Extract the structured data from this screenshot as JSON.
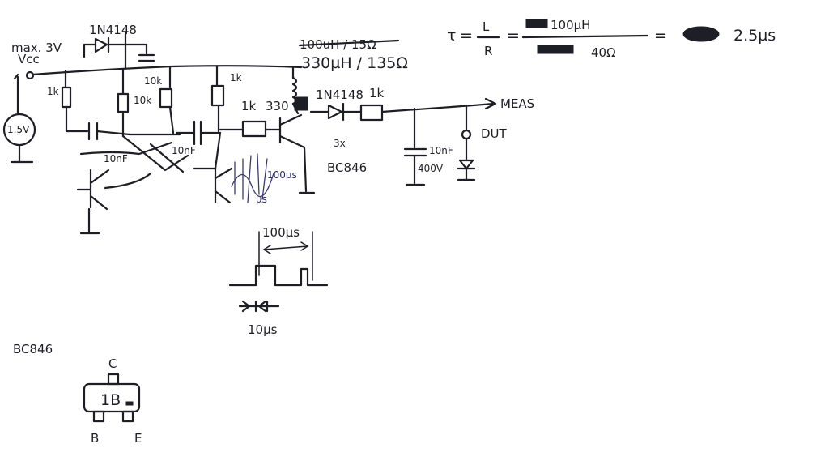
{
  "supply": {
    "max_voltage": "max. 3V",
    "vcc": "Vcc",
    "source": "1.5V"
  },
  "components": {
    "d_top": "1N4148",
    "r1": "1k",
    "r2": "10k",
    "r3": "10k",
    "r4": "1k",
    "c1": "10nF",
    "c2": "10nF",
    "r_base": "1k",
    "r_base2": "330",
    "inductor_old": "100uH / 15Ω",
    "inductor": "330µH / 135Ω",
    "d_out": "1N4148",
    "r_out": "1k",
    "transistor": "BC846",
    "transistor_qty": "3x",
    "c_out": "10nF",
    "c_out_v": "400V",
    "dut": "DUT",
    "meas": "MEAS"
  },
  "formula": {
    "tau": "τ",
    "l": "L",
    "r": "R",
    "num": "100µH",
    "den": "40Ω",
    "result": "2.5µs"
  },
  "timing": {
    "period": "100µs",
    "pulse": "10µs",
    "osc": "100µs",
    "osc2": "µs"
  },
  "package": {
    "title": "BC846",
    "marking": "1B",
    "pin_c": "C",
    "pin_b": "B",
    "pin_e": "E"
  }
}
